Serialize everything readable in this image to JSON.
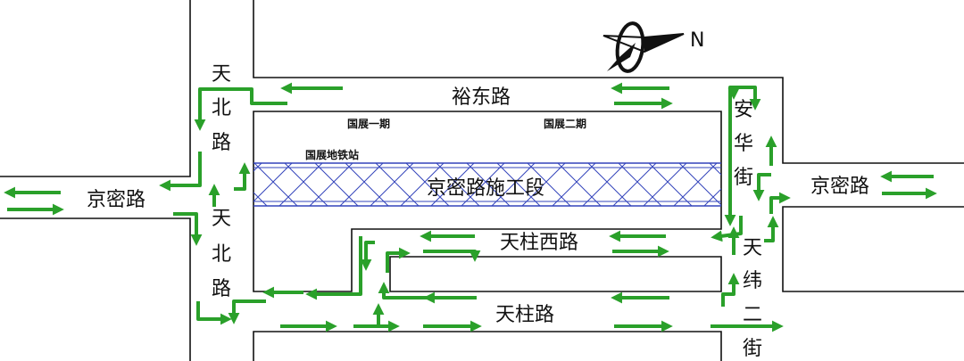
{
  "roads": {
    "jingmi_left": "京密路",
    "jingmi_right": "京密路",
    "yudong": "裕东路",
    "tianbei_upper": [
      "天",
      "北",
      "路"
    ],
    "tianbei_lower": [
      "天",
      "北",
      "路"
    ],
    "anhua": [
      "安",
      "华",
      "街"
    ],
    "tianwei": [
      "天",
      "纬",
      "二",
      "街"
    ],
    "tianzhuxi": "天柱西路",
    "tianzhu": "天柱路"
  },
  "areas": {
    "guozhan_phase1": "国展一期",
    "guozhan_phase2": "国展二期",
    "guozhan_station": "国展地铁站",
    "construction_zone": "京密路施工段"
  },
  "compass": {
    "north_letter": "N"
  },
  "colors": {
    "arrow": "#2aa02a",
    "construction_hatch": "#3344bb",
    "road_edge": "#111111"
  }
}
